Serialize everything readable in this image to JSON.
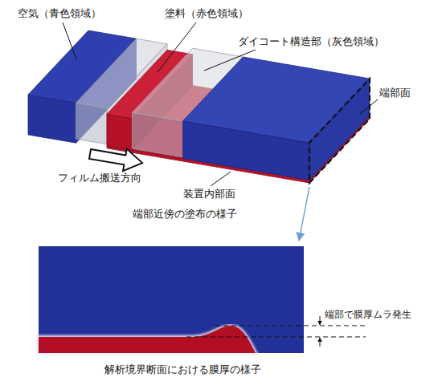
{
  "diagram": {
    "labels": [
      "空気（青色領域）",
      "塗料（赤色領域）",
      "ダイコート構造部（灰色領域）",
      "端部面",
      "フィルム搬送方向",
      "装置内部面",
      "端部近傍の塗布の様子",
      "端部で膜厚ムラ発生",
      "解析境界断面における膜厚の様子"
    ]
  }
}
